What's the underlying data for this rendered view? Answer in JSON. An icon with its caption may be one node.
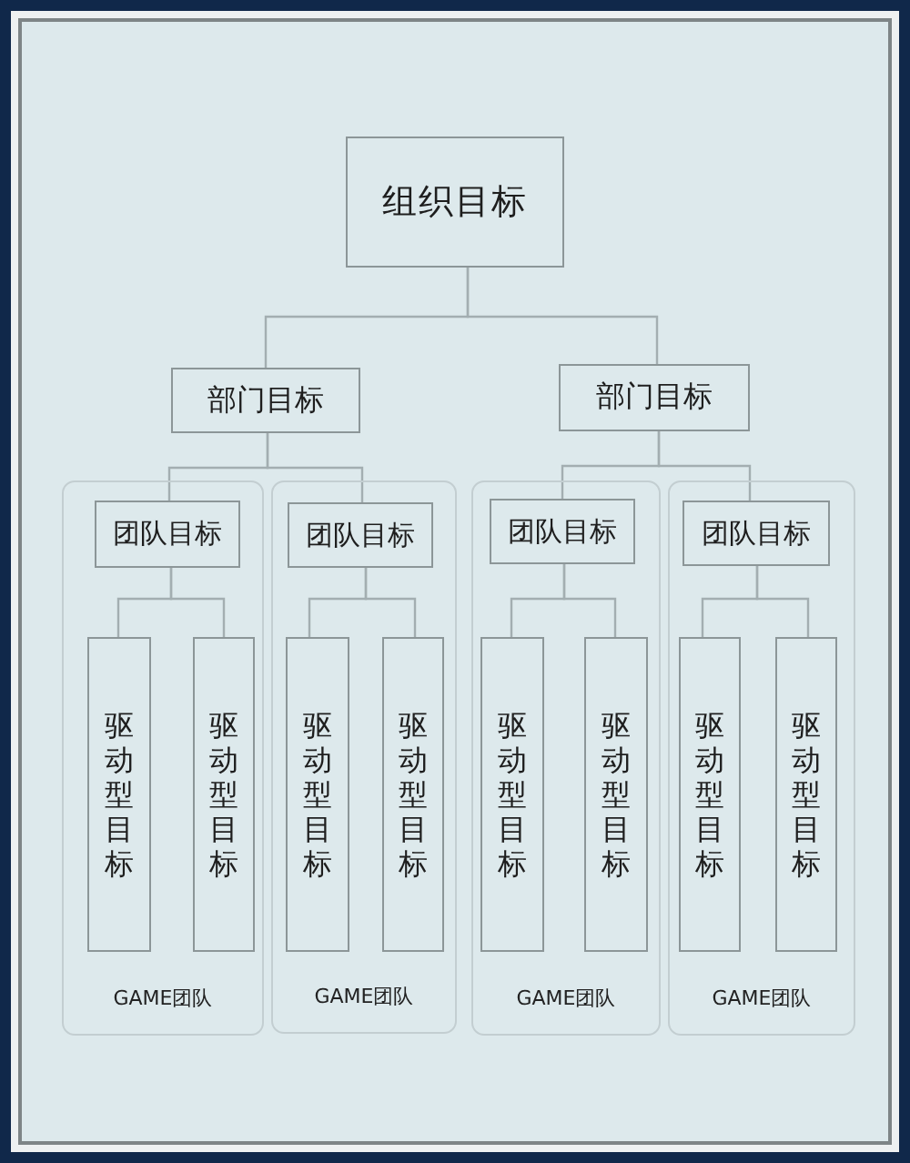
{
  "diagram": {
    "nodes": [
      {
        "text": [
          "组织目标"
        ]
      },
      {
        "text": [
          "部门目标"
        ]
      },
      {
        "text": [
          "部门目标"
        ]
      },
      {
        "text": [
          "GAME团队"
        ]
      },
      {
        "text": [
          "团队目标"
        ],
        "in": 3
      },
      {
        "text": [
          "驱动型目标"
        ],
        "in": 3
      },
      {
        "text": [
          "驱动型目标"
        ],
        "in": 3
      },
      {
        "text": [
          "GAME团队"
        ]
      },
      {
        "text": [
          "团队目标"
        ],
        "in": 7
      },
      {
        "text": [
          "驱动型目标"
        ],
        "in": 7
      },
      {
        "text": [
          "驱动型目标"
        ],
        "in": 7
      },
      {
        "text": [
          "GAME团队"
        ]
      },
      {
        "text": [
          "团队目标"
        ],
        "in": 11
      },
      {
        "text": [
          "驱动型目标"
        ],
        "in": 11
      },
      {
        "text": [
          "驱动型目标"
        ],
        "in": 11
      },
      {
        "text": [
          "GAME团队"
        ]
      },
      {
        "text": [
          "团队目标"
        ],
        "in": 15
      },
      {
        "text": [
          "驱动型目标"
        ],
        "in": 15
      },
      {
        "text": [
          "驱动型目标"
        ],
        "in": 15
      }
    ],
    "edges": [
      {
        "from": 0,
        "to": 1,
        "arrow": "none"
      },
      {
        "from": 0,
        "to": 2,
        "arrow": "none"
      },
      {
        "from": 1,
        "to": 4,
        "arrow": "none"
      },
      {
        "from": 1,
        "to": 8,
        "arrow": "none"
      },
      {
        "from": 2,
        "to": 12,
        "arrow": "none"
      },
      {
        "from": 2,
        "to": 16,
        "arrow": "none"
      },
      {
        "from": 4,
        "to": 5,
        "arrow": "none"
      },
      {
        "from": 4,
        "to": 6,
        "arrow": "none"
      },
      {
        "from": 8,
        "to": 9,
        "arrow": "none"
      },
      {
        "from": 8,
        "to": 10,
        "arrow": "none"
      },
      {
        "from": 12,
        "to": 13,
        "arrow": "none"
      },
      {
        "from": 12,
        "to": 14,
        "arrow": "none"
      },
      {
        "from": 16,
        "to": 17,
        "arrow": "none"
      },
      {
        "from": 16,
        "to": 18,
        "arrow": "none"
      }
    ]
  }
}
